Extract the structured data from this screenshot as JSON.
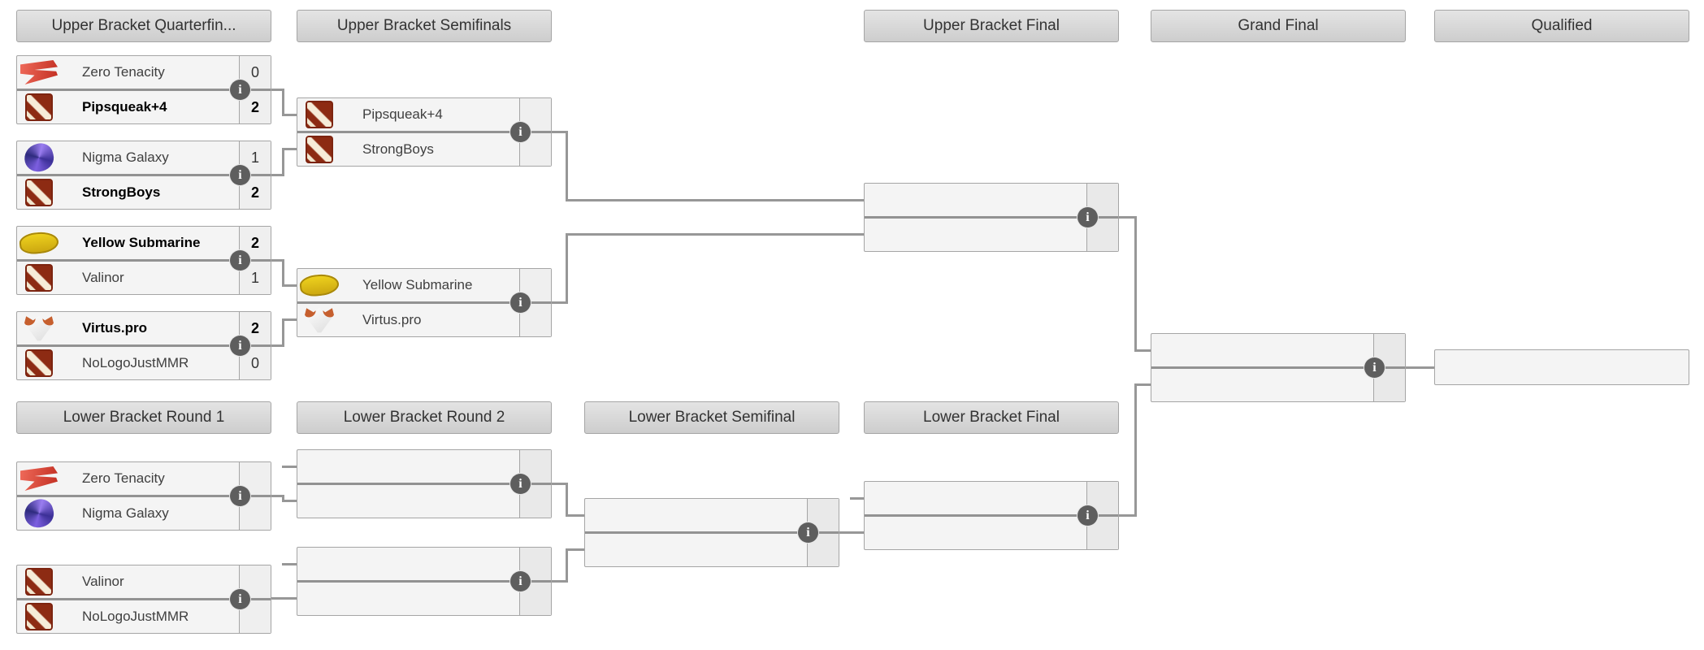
{
  "icons": {
    "info": "i"
  },
  "colors": {
    "connector_line": "#979797",
    "header_bg": "#d9d9d9",
    "row_bg": "#f4f4f4",
    "score_cell_bg": "#efefef",
    "empty_score_cell_bg": "#e9e9e9",
    "box_border": "#a5a5a5",
    "info_icon_bg": "#5e5e5e",
    "winner_text": "#000000",
    "loser_text": "#3f3f3f"
  },
  "headers": {
    "ub_quarterfinals": "Upper Bracket Quarterfin...",
    "ub_semifinals": "Upper Bracket Semifinals",
    "ub_final": "Upper Bracket Final",
    "grand_final": "Grand Final",
    "qualified": "Qualified",
    "lb_round1": "Lower Bracket Round 1",
    "lb_round2": "Lower Bracket Round 2",
    "lb_semifinal": "Lower Bracket Semifinal",
    "lb_final": "Lower Bracket Final"
  },
  "matches": {
    "ubqf1": {
      "top": {
        "name": "Zero Tenacity",
        "score": "0",
        "winner": false,
        "logo": "zero-tenacity"
      },
      "bottom": {
        "name": "Pipsqueak+4",
        "score": "2",
        "winner": true,
        "logo": "dota-default"
      }
    },
    "ubqf2": {
      "top": {
        "name": "Nigma Galaxy",
        "score": "1",
        "winner": false,
        "logo": "nigma-galaxy"
      },
      "bottom": {
        "name": "StrongBoys",
        "score": "2",
        "winner": true,
        "logo": "dota-default"
      }
    },
    "ubqf3": {
      "top": {
        "name": "Yellow Submarine",
        "score": "2",
        "winner": true,
        "logo": "yellow-submarine"
      },
      "bottom": {
        "name": "Valinor",
        "score": "1",
        "winner": false,
        "logo": "dota-default"
      }
    },
    "ubqf4": {
      "top": {
        "name": "Virtus.pro",
        "score": "2",
        "winner": true,
        "logo": "virtus-pro"
      },
      "bottom": {
        "name": "NoLogoJustMMR",
        "score": "0",
        "winner": false,
        "logo": "dota-default"
      }
    },
    "ubsf1": {
      "top": {
        "name": "Pipsqueak+4",
        "score": "",
        "logo": "dota-default"
      },
      "bottom": {
        "name": "StrongBoys",
        "score": "",
        "logo": "dota-default"
      }
    },
    "ubsf2": {
      "top": {
        "name": "Yellow Submarine",
        "score": "",
        "logo": "yellow-submarine"
      },
      "bottom": {
        "name": "Virtus.pro",
        "score": "",
        "logo": "virtus-pro"
      }
    },
    "ubfinal": {
      "top": {
        "name": "",
        "score": ""
      },
      "bottom": {
        "name": "",
        "score": ""
      }
    },
    "grandfinal": {
      "top": {
        "name": "",
        "score": ""
      },
      "bottom": {
        "name": "",
        "score": ""
      }
    },
    "lbr1m1": {
      "top": {
        "name": "Zero Tenacity",
        "score": "",
        "logo": "zero-tenacity"
      },
      "bottom": {
        "name": "Nigma Galaxy",
        "score": "",
        "logo": "nigma-galaxy"
      }
    },
    "lbr1m2": {
      "top": {
        "name": "Valinor",
        "score": "",
        "logo": "dota-default"
      },
      "bottom": {
        "name": "NoLogoJustMMR",
        "score": "",
        "logo": "dota-default"
      }
    },
    "lbr2m1": {
      "top": {
        "name": "",
        "score": ""
      },
      "bottom": {
        "name": "",
        "score": ""
      }
    },
    "lbr2m2": {
      "top": {
        "name": "",
        "score": ""
      },
      "bottom": {
        "name": "",
        "score": ""
      }
    },
    "lbsf": {
      "top": {
        "name": "",
        "score": ""
      },
      "bottom": {
        "name": "",
        "score": ""
      }
    },
    "lbfinal": {
      "top": {
        "name": "",
        "score": ""
      },
      "bottom": {
        "name": "",
        "score": ""
      }
    },
    "qualified_slot": {
      "name": ""
    }
  }
}
